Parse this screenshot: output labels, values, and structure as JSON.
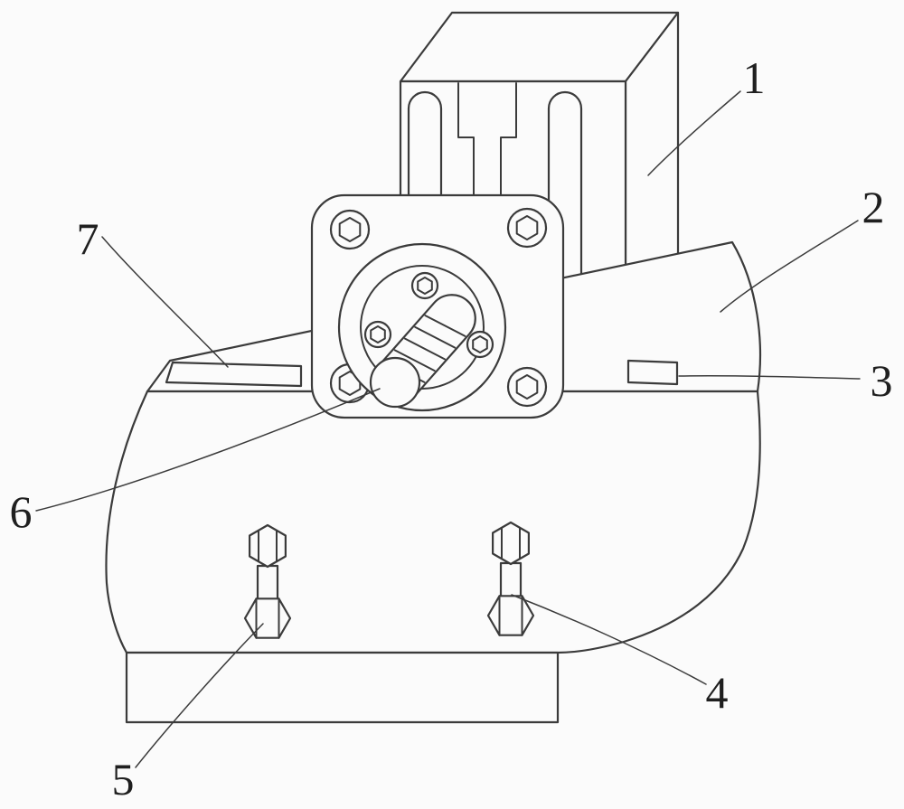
{
  "figure": {
    "background": "#fbfbfb",
    "line_color": "#3b3b3b",
    "label_color": "#1f1f1f",
    "labels": {
      "l1": "1",
      "l2": "2",
      "l3": "3",
      "l4": "4",
      "l5": "5",
      "l6": "6",
      "l7": "7"
    }
  }
}
